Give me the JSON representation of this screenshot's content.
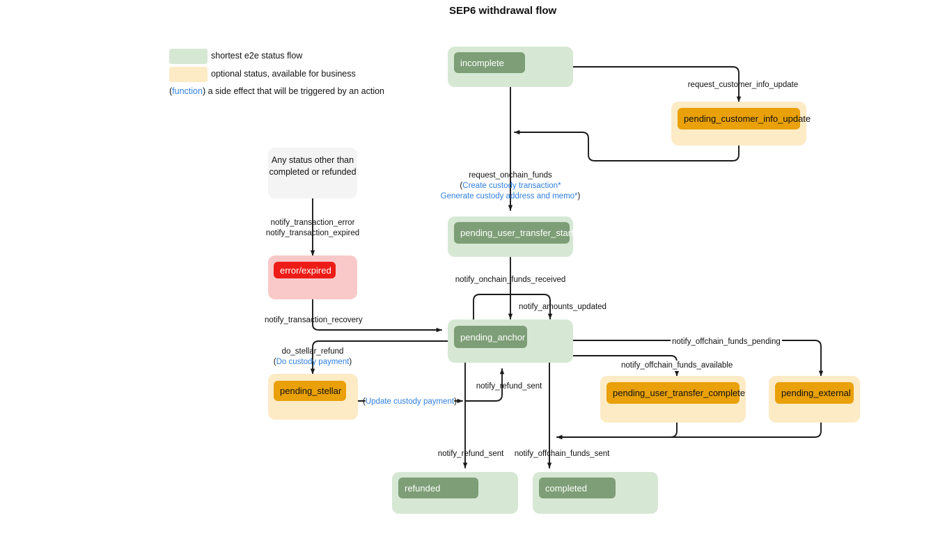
{
  "title": "SEP6 withdrawal flow",
  "colors": {
    "green_outer": "#d6e8d4",
    "green_inner": "#7d9e76",
    "orange_outer": "#fdebc6",
    "orange_inner": "#e9a009",
    "red_outer": "#f9c9c9",
    "red_inner": "#ed1c17",
    "gray": "#f4f4f4",
    "function_text": "#2f7fe0",
    "edge": "#1a1a1a"
  },
  "legend": {
    "items": [
      {
        "swatch": "green_outer",
        "label": "shortest e2e status flow"
      },
      {
        "swatch": "orange_outer",
        "label": "optional status, available for business"
      }
    ],
    "function_row": {
      "prefix": "(",
      "fn": "function",
      "suffix": ")",
      "label": "a side effect that will be triggered by an action"
    }
  },
  "nodes": [
    {
      "id": "incomplete",
      "label": "incomplete",
      "style": "green"
    },
    {
      "id": "pending_customer_info_update",
      "label": "pending_customer_info_update",
      "style": "orange"
    },
    {
      "id": "any_status",
      "label": "Any status other than completed or refunded",
      "style": "gray"
    },
    {
      "id": "error_expired",
      "label": "error/expired",
      "style": "red"
    },
    {
      "id": "pending_user_transfer_start",
      "label": "pending_user_transfer_start",
      "style": "green"
    },
    {
      "id": "pending_anchor",
      "label": "pending_anchor",
      "style": "green"
    },
    {
      "id": "pending_stellar",
      "label": "pending_stellar",
      "style": "orange"
    },
    {
      "id": "pending_user_transfer_complete",
      "label": "pending_user_transfer_complete",
      "style": "orange"
    },
    {
      "id": "pending_external",
      "label": "pending_external",
      "style": "orange"
    },
    {
      "id": "refunded",
      "label": "refunded",
      "style": "green"
    },
    {
      "id": "completed",
      "label": "completed",
      "style": "green"
    }
  ],
  "edges": [
    {
      "id": "e1",
      "label": "request_customer_info_update",
      "from": "incomplete",
      "to": "pending_customer_info_update"
    },
    {
      "id": "e2",
      "label": "",
      "from": "pending_customer_info_update",
      "to": "incomplete_main_line"
    },
    {
      "id": "e3",
      "label": "request_onchain_funds",
      "fn1": "Create custody transaction*",
      "fn2": "Generate custody address and memo*",
      "from": "incomplete",
      "to": "pending_user_transfer_start"
    },
    {
      "id": "e4",
      "label": "notify_transaction_error\nnotify_transaction_expired",
      "from": "any_status",
      "to": "error_expired"
    },
    {
      "id": "e5",
      "label": "notify_transaction_recovery",
      "from": "error_expired",
      "to": "pending_anchor"
    },
    {
      "id": "e6",
      "label": "notify_onchain_funds_received",
      "from": "pending_user_transfer_start",
      "to": "pending_anchor"
    },
    {
      "id": "e7",
      "label": "notify_amounts_updated",
      "from": "pending_anchor",
      "to": "pending_anchor"
    },
    {
      "id": "e8",
      "label": "do_stellar_refund",
      "fn": "Do custody payment",
      "from": "pending_anchor",
      "to": "pending_stellar"
    },
    {
      "id": "e9",
      "label": "(Update custody payment)",
      "fn": "Update custody payment",
      "from": "pending_stellar",
      "to": "pending_anchor"
    },
    {
      "id": "e10",
      "label": "notify_refund_sent",
      "from": "pending_stellar_line",
      "to": "pending_anchor"
    },
    {
      "id": "e11",
      "label": "notify_offchain_funds_pending",
      "from": "pending_anchor",
      "to": "pending_external"
    },
    {
      "id": "e12",
      "label": "notify_offchain_funds_available",
      "from": "pending_anchor",
      "to": "pending_user_transfer_complete"
    },
    {
      "id": "e13",
      "label": "notify_refund_sent",
      "from": "pending_anchor",
      "to": "refunded"
    },
    {
      "id": "e14",
      "label": "notify_offchain_funds_sent",
      "from": "pending_anchor",
      "to": "completed"
    }
  ],
  "edge_labels": {
    "request_customer_info_update": "request_customer_info_update",
    "request_onchain_funds": "request_onchain_funds",
    "create_custody_transaction": "(Create custody transaction*",
    "generate_custody_address": "Generate custody address and memo*)",
    "notify_transaction_error": "notify_transaction_error",
    "notify_transaction_expired": "notify_transaction_expired",
    "notify_transaction_recovery": "notify_transaction_recovery",
    "notify_onchain_funds_received": "notify_onchain_funds_received",
    "notify_amounts_updated": "notify_amounts_updated",
    "do_stellar_refund": "do_stellar_refund",
    "do_custody_payment": "(Do custody payment)",
    "update_custody_payment_open": "–(",
    "update_custody_payment": "Update custody payment",
    "update_custody_payment_close": ")",
    "notify_refund_sent_mid": "notify_refund_sent",
    "notify_offchain_funds_pending": "notify_offchain_funds_pending",
    "notify_offchain_funds_available": "notify_offchain_funds_available",
    "notify_refund_sent_bottom": "notify_refund_sent",
    "notify_offchain_funds_sent": "notify_offchain_funds_sent"
  },
  "node_labels": {
    "incomplete": "incomplete",
    "pending_customer_info_update": "pending_customer_info_update",
    "any_status_line1": "Any status other than",
    "any_status_line2": "completed or refunded",
    "error_expired": "error/expired",
    "pending_user_transfer_start": "pending_user_transfer_start",
    "pending_anchor": "pending_anchor",
    "pending_stellar": "pending_stellar",
    "pending_user_transfer_complete": "pending_user_transfer_complete",
    "pending_external": "pending_external",
    "refunded": "refunded",
    "completed": "completed"
  }
}
